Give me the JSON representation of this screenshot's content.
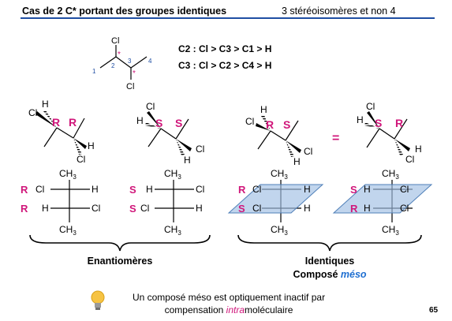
{
  "header": {
    "title": "Cas de 2 C* portant des groupes identiques",
    "subtitle": "3 stéréoisomères et non 4"
  },
  "molecule": {
    "cl_top": "Cl",
    "cl_bottom": "Cl",
    "n1": "1",
    "n2": "2",
    "n3": "3",
    "n4": "4",
    "star": "*"
  },
  "priorities": {
    "c2": "C2 : Cl > C3 > C1 > H",
    "c3": "C3 : Cl > C2 > C4 > H"
  },
  "structures": {
    "s1": {
      "cfg1": "R",
      "cfg2": "R"
    },
    "s2": {
      "cfg1": "S",
      "cfg2": "S"
    },
    "s3": {
      "cfg1": "R",
      "cfg2": "S"
    },
    "s4": {
      "cfg1": "S",
      "cfg2": "R"
    },
    "equals": "="
  },
  "fischer": {
    "ch3": "CH3",
    "cl": "Cl",
    "h": "H"
  },
  "labels": {
    "enantiomers": "Enantiomères",
    "identical": "Identiques",
    "meso_prefix": "Composé ",
    "meso_word": "méso"
  },
  "note": {
    "line1": "Un composé méso est optiquement inactif par",
    "line2_prefix": "compensation ",
    "line2_intra": "intra",
    "line2_suffix": "moléculaire"
  },
  "page_number": "65",
  "colors": {
    "accent_blue": "#1f4ea3",
    "config_pink": "#d0167a",
    "meso_blue": "#1f6fd1",
    "plane_fill": "#9fbfe3"
  }
}
